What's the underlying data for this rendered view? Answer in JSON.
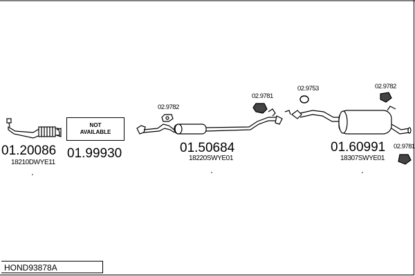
{
  "parts": [
    {
      "number": "01.20086",
      "code": "18210DWYE11"
    },
    {
      "number": "01.99930",
      "code": ""
    },
    {
      "number": "01.50684",
      "code": "18220SWYE01"
    },
    {
      "number": "01.60991",
      "code": "18307SWYE01"
    }
  ],
  "not_available": {
    "line1": "NOT",
    "line2": "AVAILABLE"
  },
  "accessories": [
    "02.9782",
    "02.9781",
    "02.9753",
    "02.9782",
    "02.9781"
  ],
  "kit_id": "HOND93878A"
}
